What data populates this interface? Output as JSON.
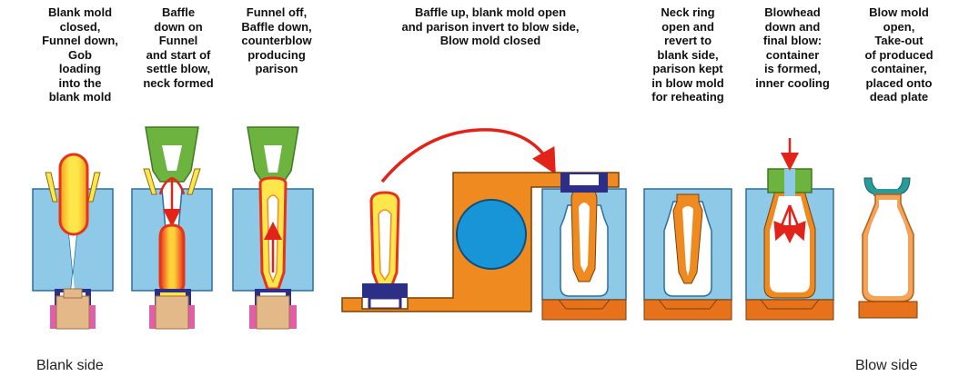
{
  "captions": {
    "step1": "Blank mold\nclosed,\nFunnel down,\nGob\nloading\ninto the\nblank mold",
    "step2": "Baffle\ndown on\nFunnel\nand start of\nsettle blow,\nneck formed",
    "step3": "Funnel off,\nBaffle down,\ncounterblow\nproducing\nparison",
    "step4": "Baffle up, blank mold open\nand parison invert to blow side,\nBlow mold closed",
    "step5": "Neck ring\nopen and\nrevert to\nblank side,\nparison kept\nin blow mold\nfor reheating",
    "step6": "Blowhead\ndown and\nfinal blow:\ncontainer\nis formed,\ninner cooling",
    "step7": "Blow mold\nopen,\nTake-out\nof produced\ncontainer,\nplaced onto\ndead plate"
  },
  "sides": {
    "blank": "Blank side",
    "blow": "Blow side"
  },
  "colors": {
    "mold_blue": "#8ec9e8",
    "mold_blue_dark": "#2b6fa0",
    "gob_yellow": "#ffe64a",
    "gob_red": "#e8331c",
    "baffle_green": "#6cb33f",
    "plunger_pink": "#e05fa8",
    "plunger_tan": "#e3b98a",
    "neckring_navy": "#2d2f86",
    "transfer_orange": "#ef8a21",
    "ball_blue": "#1795d6",
    "arrow_red": "#e2231a",
    "tong_teal": "#2a9b9b"
  }
}
